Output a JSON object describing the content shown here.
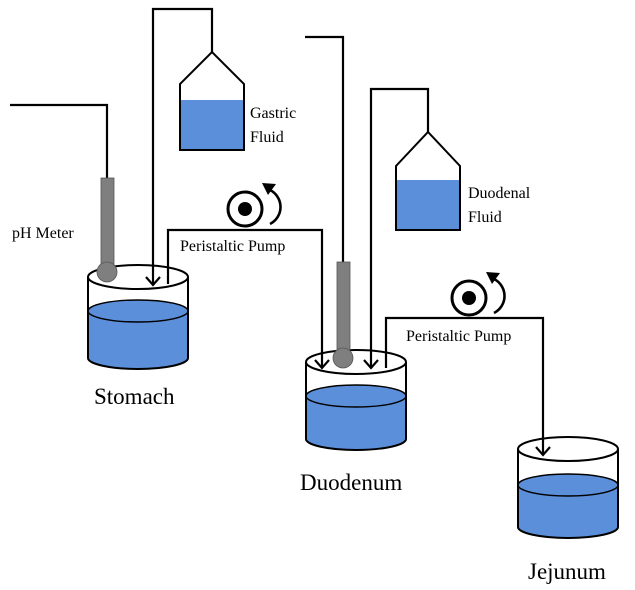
{
  "labels": {
    "ph_meter": "pH Meter",
    "gastric_fluid_line1": "Gastric",
    "gastric_fluid_line2": "Fluid",
    "duodenal_fluid_line1": "Duodenal",
    "duodenal_fluid_line2": "Fluid",
    "pump1": "Peristaltic Pump",
    "pump2": "Peristaltic Pump",
    "stomach": "Stomach",
    "duodenum": "Duodenum",
    "jejunum": "Jejunum"
  },
  "colors": {
    "fluid": "#5b8fd9",
    "probe": "#7f7f7f",
    "outline": "#000000",
    "background": "#ffffff"
  }
}
